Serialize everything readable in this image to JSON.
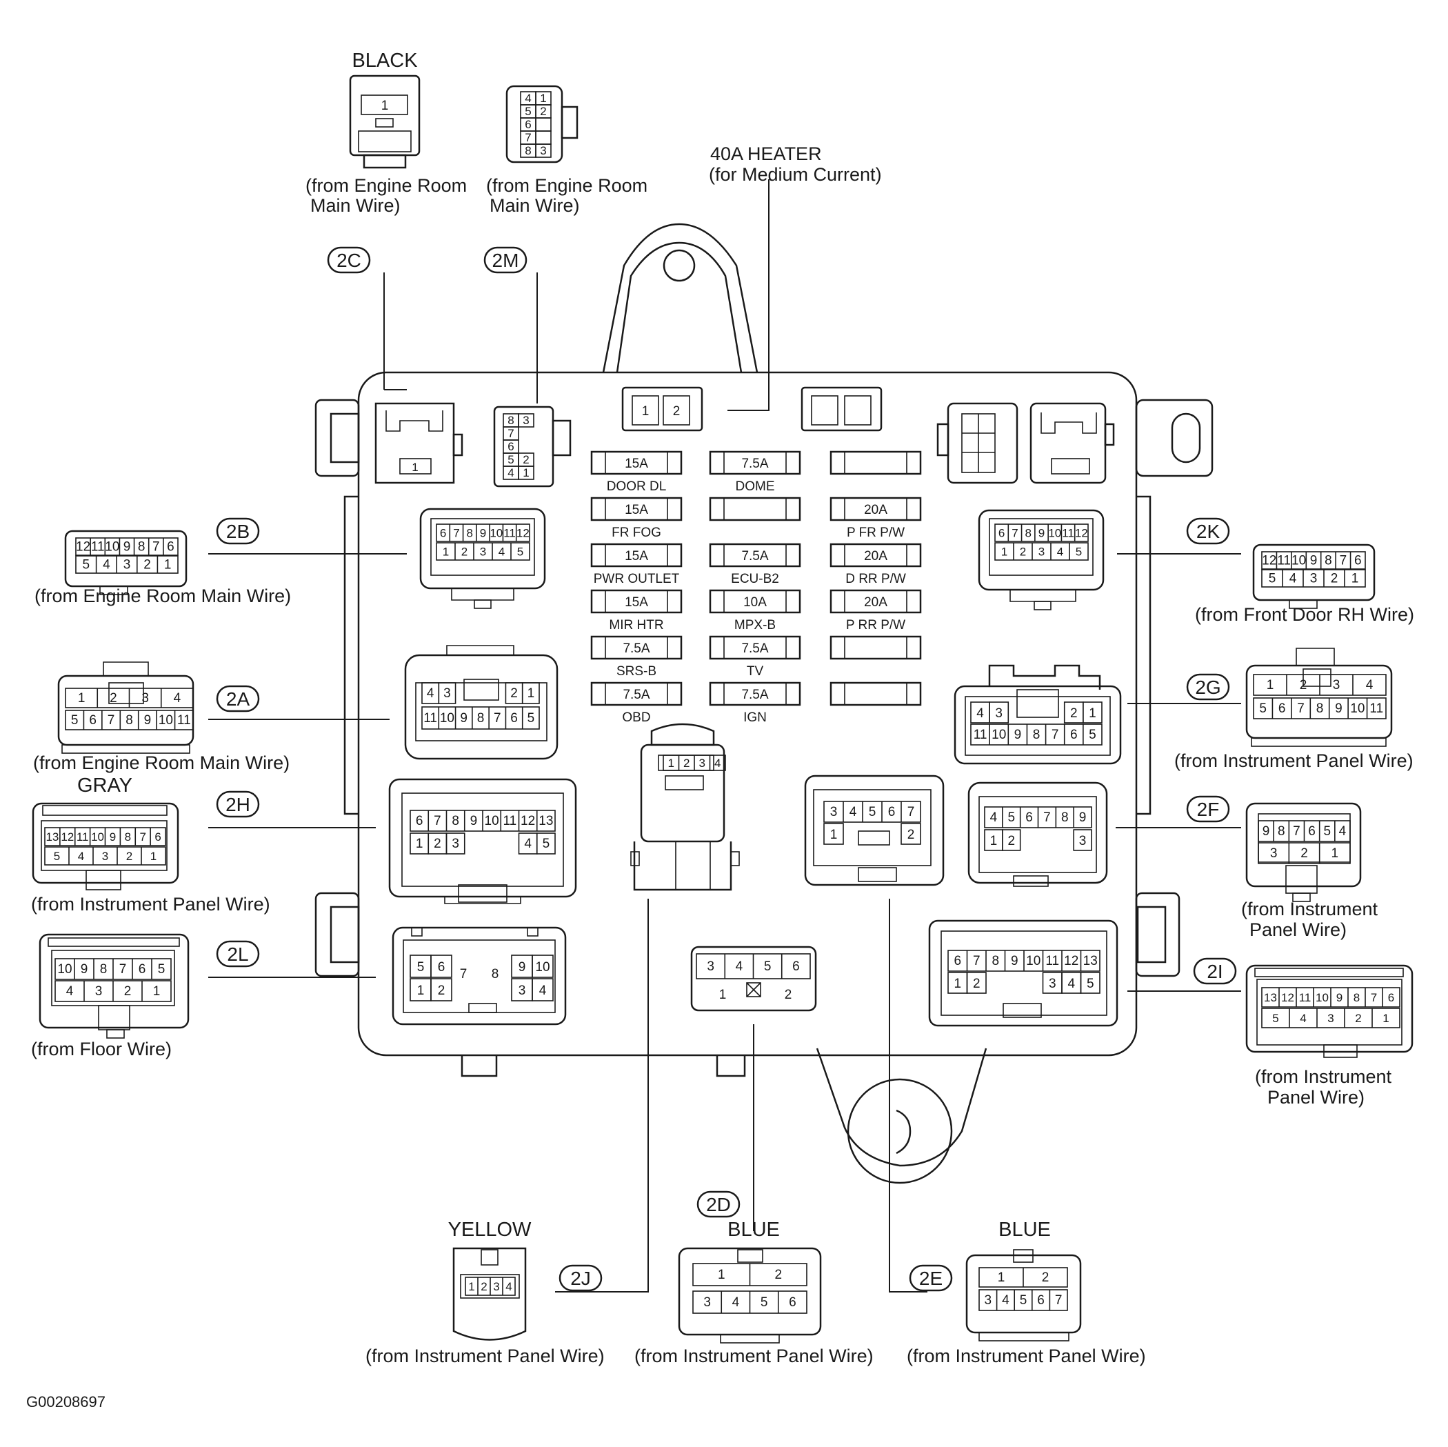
{
  "figure_id": "G00208697",
  "heater_label": {
    "line1": "40A HEATER",
    "line2": "(for Medium Current)"
  },
  "connectors": {
    "2C": {
      "tag": "2C",
      "color": "BLACK",
      "caption1": "(from Engine Room",
      "caption2": "Main Wire)",
      "pin": "1"
    },
    "2M": {
      "tag": "2M",
      "caption1": "(from Engine Room",
      "caption2": "Main Wire)",
      "pins": [
        "4",
        "1",
        "5",
        "2",
        "6",
        "7",
        "8",
        "3"
      ]
    },
    "2B": {
      "tag": "2B",
      "caption": "(from Engine Room Main Wire)",
      "row1": [
        "12",
        "11",
        "10",
        "9",
        "8",
        "7",
        "6"
      ],
      "row2": [
        "5",
        "4",
        "3",
        "2",
        "1"
      ]
    },
    "2A": {
      "tag": "2A",
      "caption": "(from Engine Room Main Wire)",
      "row1": [
        "1",
        "2",
        "3",
        "4"
      ],
      "row2": [
        "5",
        "6",
        "7",
        "8",
        "9",
        "10",
        "11"
      ]
    },
    "2H": {
      "tag": "2H",
      "color": "GRAY",
      "caption": "(from Instrument Panel Wire)",
      "row1": [
        "13",
        "12",
        "11",
        "10",
        "9",
        "8",
        "7",
        "6"
      ],
      "row2": [
        "5",
        "4",
        "3",
        "2",
        "1"
      ]
    },
    "2L": {
      "tag": "2L",
      "caption": "(from Floor Wire)",
      "row1": [
        "10",
        "9",
        "8",
        "7",
        "6",
        "5"
      ],
      "row2": [
        "4",
        "3",
        "2",
        "1"
      ]
    },
    "2K": {
      "tag": "2K",
      "caption": "(from Front Door RH Wire)",
      "row1": [
        "12",
        "11",
        "10",
        "9",
        "8",
        "7",
        "6"
      ],
      "row2": [
        "5",
        "4",
        "3",
        "2",
        "1"
      ]
    },
    "2G": {
      "tag": "2G",
      "caption": "(from Instrument Panel Wire)",
      "row1": [
        "1",
        "2",
        "3",
        "4"
      ],
      "row2": [
        "5",
        "6",
        "7",
        "8",
        "9",
        "10",
        "11"
      ]
    },
    "2F": {
      "tag": "2F",
      "caption1": "(from Instrument",
      "caption2": "Panel Wire)",
      "row1": [
        "9",
        "8",
        "7",
        "6",
        "5",
        "4"
      ],
      "row2": [
        "3",
        "2",
        "1"
      ]
    },
    "2I": {
      "tag": "2I",
      "caption1": "(from Instrument",
      "caption2": "Panel Wire)",
      "row1": [
        "13",
        "12",
        "11",
        "10",
        "9",
        "8",
        "7",
        "6"
      ],
      "row2": [
        "5",
        "4",
        "3",
        "2",
        "1"
      ]
    },
    "2J": {
      "tag": "2J",
      "color": "YELLOW",
      "caption": "(from Instrument Panel Wire)",
      "pins": [
        "1",
        "2",
        "3",
        "4"
      ]
    },
    "2D": {
      "tag": "2D",
      "color": "BLUE",
      "caption": "(from Instrument Panel Wire)",
      "row1": [
        "1",
        "2"
      ],
      "row2": [
        "3",
        "4",
        "5",
        "6"
      ]
    },
    "2E": {
      "tag": "2E",
      "color": "BLUE",
      "caption": "(from Instrument Panel Wire)",
      "row1": [
        "1",
        "2"
      ],
      "row2": [
        "3",
        "4",
        "5",
        "6",
        "7"
      ]
    }
  },
  "block_sockets": {
    "heater_relay": [
      "1",
      "2"
    ],
    "s2C": [
      "1"
    ],
    "s2M": [
      "8",
      "3",
      "7",
      "6",
      "5",
      "2",
      "4",
      "1"
    ],
    "s2B": {
      "row1": [
        "6",
        "7",
        "8",
        "9",
        "10",
        "11",
        "12"
      ],
      "row2": [
        "1",
        "2",
        "3",
        "4",
        "5"
      ]
    },
    "s2A": {
      "row1": [
        "4",
        "3",
        "2",
        "1"
      ],
      "row2": [
        "11",
        "10",
        "9",
        "8",
        "7",
        "6",
        "5"
      ]
    },
    "s2H": {
      "row1": [
        "6",
        "7",
        "8",
        "9",
        "10",
        "11",
        "12",
        "13"
      ],
      "row2": [
        "1",
        "2",
        "3",
        "4",
        "5"
      ]
    },
    "s2L": {
      "row1": [
        "5",
        "6",
        "7",
        "8",
        "9",
        "10"
      ],
      "row2": [
        "1",
        "2",
        "3",
        "4"
      ]
    },
    "s2J": [
      "1",
      "2",
      "3",
      "4"
    ],
    "s2D": {
      "row1": [
        "3",
        "4",
        "5",
        "6"
      ],
      "row2": [
        "1",
        "2"
      ]
    },
    "s2E": {
      "row1": [
        "3",
        "4",
        "5",
        "6",
        "7"
      ],
      "row2": [
        "1",
        "2"
      ]
    },
    "s2F": {
      "row1": [
        "4",
        "5",
        "6",
        "7",
        "8",
        "9"
      ],
      "row2": [
        "1",
        "2",
        "3"
      ]
    },
    "s2K": {
      "row1": [
        "6",
        "7",
        "8",
        "9",
        "10",
        "11",
        "12"
      ],
      "row2": [
        "1",
        "2",
        "3",
        "4",
        "5"
      ]
    },
    "s2G": {
      "row1": [
        "4",
        "3",
        "2",
        "1"
      ],
      "row2": [
        "11",
        "10",
        "9",
        "8",
        "7",
        "6",
        "5"
      ]
    },
    "s2I": {
      "row1": [
        "6",
        "7",
        "8",
        "9",
        "10",
        "11",
        "12",
        "13"
      ],
      "row2": [
        "1",
        "2",
        "3",
        "4",
        "5"
      ]
    }
  },
  "fuses": {
    "col1": [
      {
        "amp": "15A",
        "name": "DOOR DL"
      },
      {
        "amp": "15A",
        "name": "FR FOG"
      },
      {
        "amp": "15A",
        "name": "PWR OUTLET"
      },
      {
        "amp": "15A",
        "name": "MIR HTR"
      },
      {
        "amp": "7.5A",
        "name": "SRS-B"
      },
      {
        "amp": "7.5A",
        "name": "OBD"
      }
    ],
    "col2": [
      {
        "amp": "7.5A",
        "name": "DOME"
      },
      {
        "amp": "",
        "name": ""
      },
      {
        "amp": "7.5A",
        "name": "ECU-B2"
      },
      {
        "amp": "10A",
        "name": "MPX-B"
      },
      {
        "amp": "7.5A",
        "name": "TV"
      },
      {
        "amp": "7.5A",
        "name": "IGN"
      }
    ],
    "col3": [
      {
        "amp": "",
        "name": ""
      },
      {
        "amp": "20A",
        "name": "P FR P/W"
      },
      {
        "amp": "20A",
        "name": "D RR P/W"
      },
      {
        "amp": "20A",
        "name": "P RR P/W"
      },
      {
        "amp": "",
        "name": ""
      },
      {
        "amp": "",
        "name": ""
      }
    ]
  }
}
